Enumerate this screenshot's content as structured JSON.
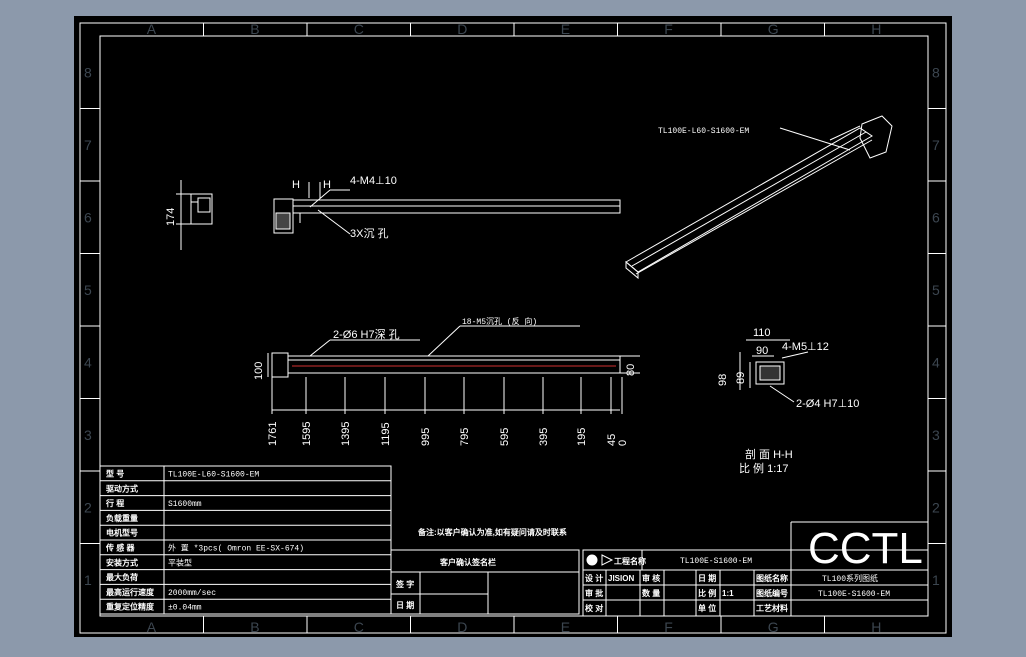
{
  "zones": {
    "columns": [
      "A",
      "B",
      "C",
      "D",
      "E",
      "F",
      "G",
      "H"
    ],
    "rows": [
      "8",
      "7",
      "6",
      "5",
      "4",
      "3",
      "2",
      "1"
    ]
  },
  "views": {
    "side": {
      "height_dim": "174"
    },
    "top": {
      "h_left": "H",
      "h_right": "H",
      "thread_note": "4-M4⊥10",
      "hole_note": "3X沉 孔"
    },
    "iso": {
      "model_label": "TL100E-L60-S1600-EM"
    },
    "front": {
      "pin_note": "2-Ø6 H7深 孔",
      "tap_note": "18-M5沉孔 (反 向)",
      "height_left": "100",
      "height_right": "80",
      "x_dims": [
        "1761",
        "1595",
        "1395",
        "1195",
        "995",
        "795",
        "595",
        "395",
        "195",
        "45",
        "0"
      ]
    },
    "section": {
      "width_dim": "110",
      "inner_width": "90",
      "height_dim": "98",
      "inner_height": "89",
      "tap_note": "4-M5⊥12",
      "pin_note": "2-Ø4 H7⊥10",
      "title": "剖 面 H-H",
      "scale": "比 例 1:17"
    }
  },
  "spec_table": {
    "rows": [
      {
        "label": "型 号",
        "value": "TL100E-L60-S1600-EM"
      },
      {
        "label": "驱动方式",
        "value": ""
      },
      {
        "label": "行 程",
        "value": "S1600mm"
      },
      {
        "label": "负载重量",
        "value": ""
      },
      {
        "label": "电机型号",
        "value": ""
      },
      {
        "label": "传 感 器",
        "value": "外 置 *3pcs( Omron EE-SX-674)"
      },
      {
        "label": "安装方式",
        "value": "平装型"
      },
      {
        "label": "最大负荷",
        "value": ""
      },
      {
        "label": "最高运行速度",
        "value": "2000mm/sec"
      },
      {
        "label": "重复定位精度",
        "value": "±0.04mm"
      }
    ]
  },
  "notes": {
    "remark": "备注:以客户确认为准,如有疑问请及时联系"
  },
  "customer_box": {
    "title": "客户确认签名栏",
    "sign_label": "签 字",
    "date_label": "日 期"
  },
  "title_block": {
    "logo": "CCTL",
    "projection_label": "工程名称",
    "drawing_name": "TL100E-S1600-EM",
    "series_label": "图纸名称",
    "series_name": "TL100系列图纸",
    "drawing_number": "TL100E-S1600-EM",
    "row1": [
      "设 计",
      "JISION",
      "审 核",
      "",
      "日 期",
      ""
    ],
    "row2": [
      "审 批",
      "",
      "数 量",
      "",
      "比 例",
      "1:1"
    ],
    "row3": [
      "校 对",
      "",
      "",
      "",
      "单 位",
      ""
    ],
    "label_num": "图纸编号",
    "label_mat": "工艺材料"
  }
}
